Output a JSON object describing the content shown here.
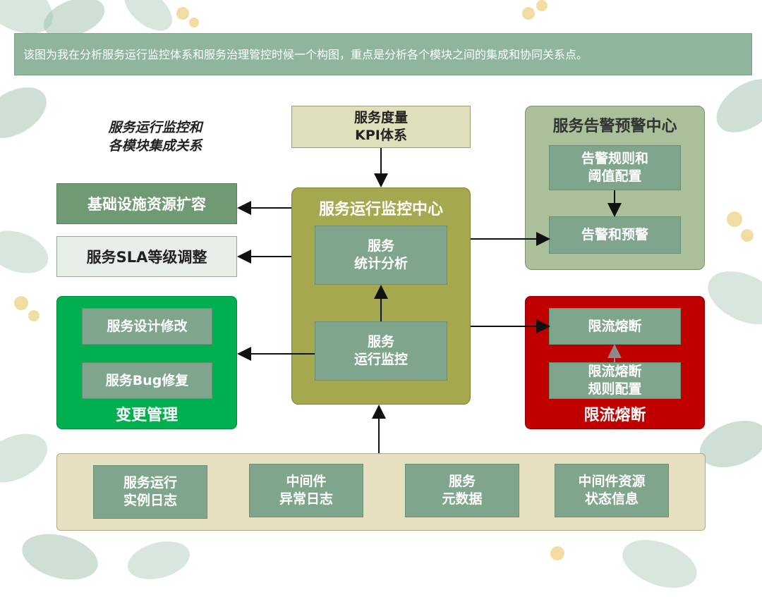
{
  "banner": "该图为我在分析服务运行监控体系和服务治理管控时候一个构图，重点是分析各个模块之间的集成和协同关系点。",
  "note": "服务运行监控和\n各模块集成关系",
  "kpi": "服务度量\nKPI体系",
  "center": {
    "title": "服务运行监控中心",
    "stats": "服务\n统计分析",
    "monitor": "服务\n运行监控"
  },
  "left": {
    "infra": "基础设施资源扩容",
    "sla": "服务SLA等级调整",
    "change": {
      "title": "变更管理",
      "design": "服务设计修改",
      "bug": "服务Bug修复"
    }
  },
  "alert_center": {
    "title": "服务告警预警中心",
    "rules": "告警规则和\n阈值配置",
    "alarm": "告警和预警"
  },
  "limit": {
    "title": "限流熔断",
    "item": "限流熔断",
    "config": "限流熔断\n规则配置"
  },
  "sources": [
    "服务运行\n实例日志",
    "中间件\n异常日志",
    "服务\n元数据",
    "中间件资源\n状态信息"
  ],
  "colors": {
    "banner": "#8fb59c",
    "inner_box": "#7fa58d",
    "center_container": "#a6a84f",
    "alert_container": "#a9c09b",
    "change_container": "#00b050",
    "limit_container": "#c00000",
    "source_container": "#e6dfc0",
    "kpi_box": "#dfdfbc"
  }
}
